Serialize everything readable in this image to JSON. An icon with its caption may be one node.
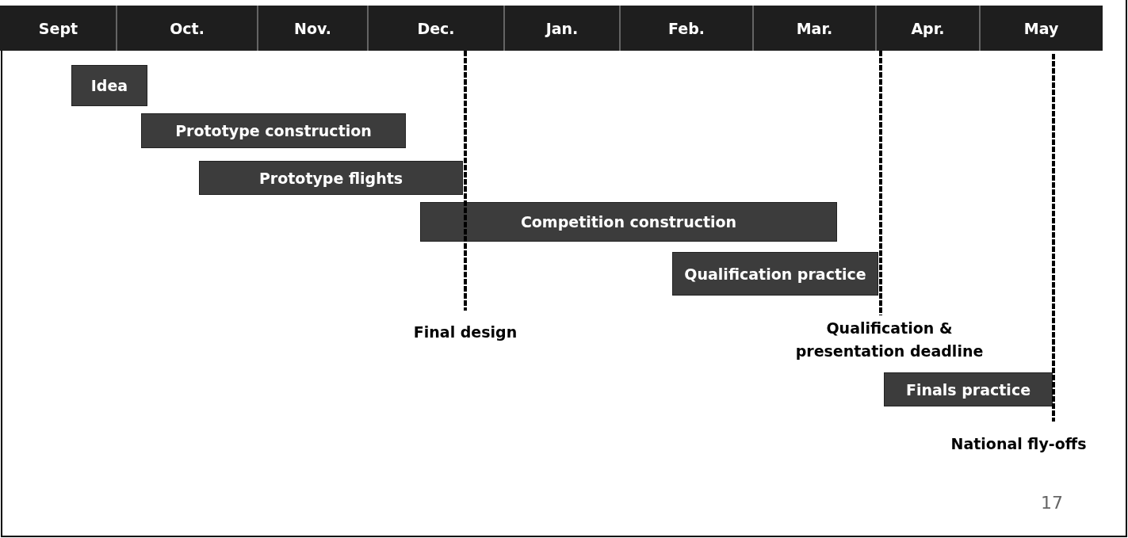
{
  "diagram": {
    "nodes": [
      {
        "text": [
          "Idea"
        ]
      },
      {
        "text": [
          "Prototype construction"
        ]
      },
      {
        "text": [
          "Prototype flights"
        ]
      },
      {
        "text": [
          "Competition construction"
        ]
      },
      {
        "text": [
          "Qualification practice"
        ]
      },
      {
        "text": [
          "Finals practice"
        ]
      }
    ],
    "labels": [
      "Sept",
      "Oct.",
      "Nov.",
      "Dec.",
      "Jan.",
      "Feb.",
      "Mar.",
      "Apr.",
      "May",
      "Final design",
      "Qualification & presentation deadline",
      "National fly-offs",
      "17"
    ]
  }
}
